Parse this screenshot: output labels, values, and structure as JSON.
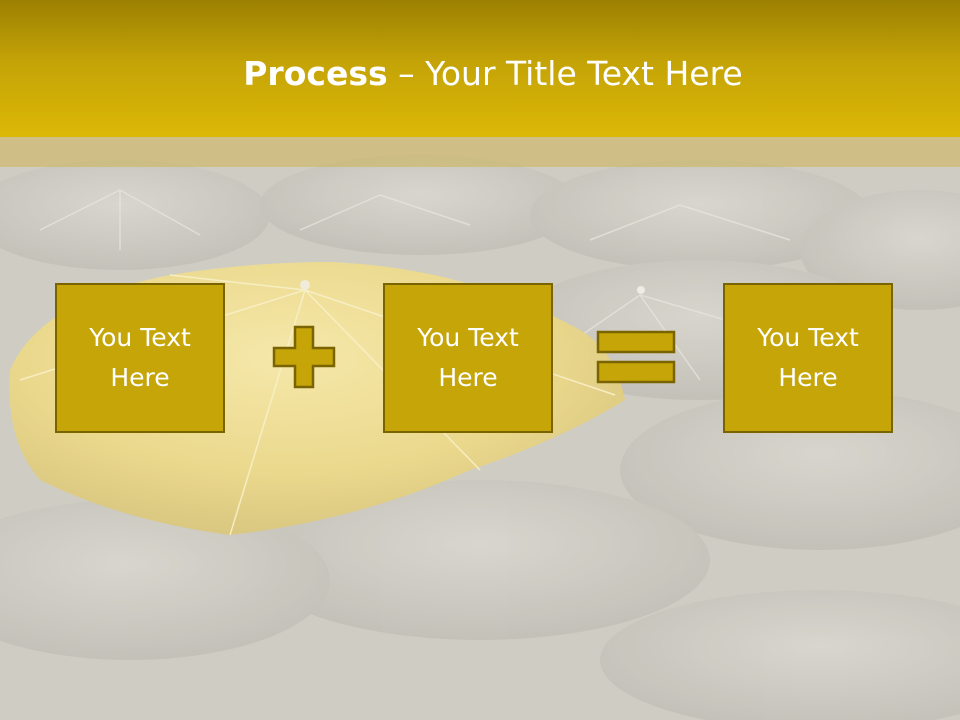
{
  "title": {
    "bold": "Process",
    "rest": " – Your Title Text Here"
  },
  "process": {
    "boxes": [
      {
        "text_line1": "You Text",
        "text_line2": "Here"
      },
      {
        "text_line1": "You Text",
        "text_line2": "Here"
      },
      {
        "text_line1": "You Text",
        "text_line2": "Here"
      }
    ],
    "operators": [
      "plus-icon",
      "equals-icon"
    ]
  },
  "colors": {
    "title_bar": "#c4a307",
    "box_fill": "#c6a508",
    "box_border": "#7a6402",
    "background": "#cfcdc3",
    "text": "#ffffff"
  }
}
